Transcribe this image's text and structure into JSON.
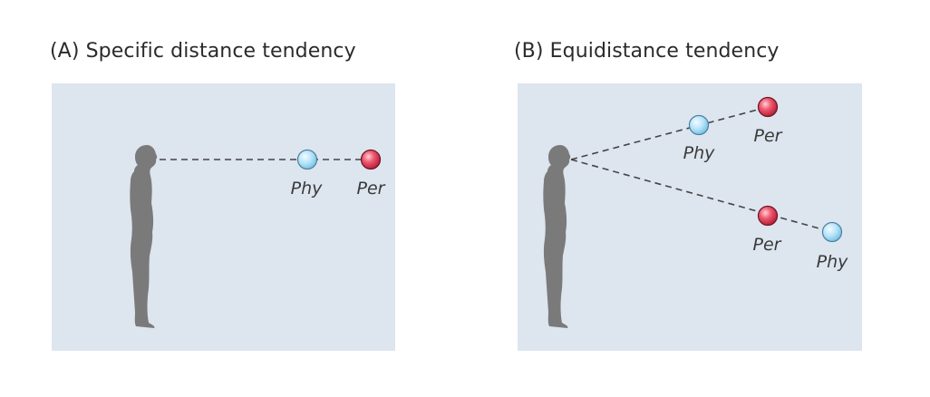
{
  "panels": [
    {
      "id": "A",
      "title": "(A)  Specific distance tendency",
      "rays": [
        {
          "dots": [
            {
              "kind": "physical",
              "label": "Phy"
            },
            {
              "kind": "perceived",
              "label": "Per"
            }
          ]
        }
      ]
    },
    {
      "id": "B",
      "title": "(B)  Equidistance tendency",
      "rays": [
        {
          "dots": [
            {
              "kind": "physical",
              "label": "Phy"
            },
            {
              "kind": "perceived",
              "label": "Per"
            }
          ]
        },
        {
          "dots": [
            {
              "kind": "perceived",
              "label": "Per"
            },
            {
              "kind": "physical",
              "label": "Phy"
            }
          ]
        }
      ]
    }
  ],
  "colors": {
    "panel_background": "#dde5ef",
    "physical_dot": "#aee0f8",
    "perceived_dot": "#e8415a",
    "silhouette": "#7a7a7a",
    "line": "#444444"
  }
}
